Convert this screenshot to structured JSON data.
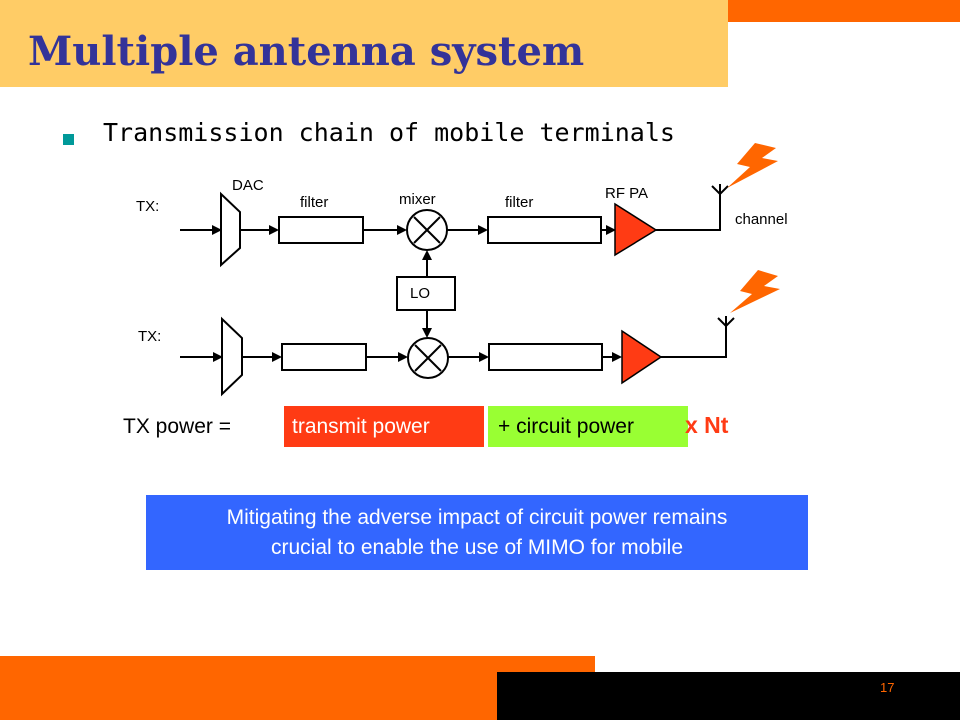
{
  "title": "Multiple antenna system",
  "bullet": "Transmission chain of mobile terminals",
  "diagram": {
    "tx_label_1": "TX:",
    "tx_label_2": "TX:",
    "dac_label": "DAC",
    "filter_label_1": "filter",
    "mixer_label": "mixer",
    "filter_label_2": "filter",
    "rfpa_label": "RF PA",
    "channel_label": "channel",
    "lo_label": "LO"
  },
  "equation": {
    "lhs": "TX power =",
    "transmit": "transmit power",
    "circuit": "+  circuit power",
    "multiplier": "x  Nt"
  },
  "note": {
    "line1": "Mitigating the adverse impact of circuit power remains",
    "line2": "crucial to enable the use of MIMO for mobile"
  },
  "page_number": "17",
  "colors": {
    "accent_orange": "#ff6600",
    "title_band": "#ffcc66",
    "title_text": "#333399",
    "amplifier_red": "#ff3b14",
    "circuit_green": "#99ff33",
    "note_blue": "#3366ff",
    "bolt_orange": "#ff6600"
  }
}
